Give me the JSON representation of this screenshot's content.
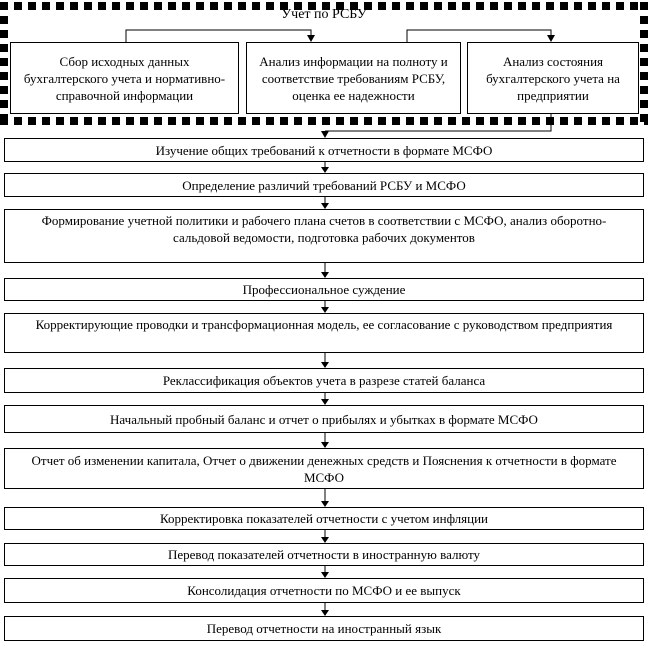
{
  "flow": {
    "group_title": "Учет по РСБУ",
    "group_boxes": [
      "Сбор исходных данных\nбухгалтерского учета и нормативно-\nсправочной информации",
      "Анализ информации на полноту и\nсоответствие требованиям РСБУ,\nоценка ее надежности",
      "Анализ состояния\nбухгалтерского учета на\nпредприятии"
    ],
    "steps": [
      "Изучение общих требований к отчетности в формате МСФО",
      "Определение различий требований РСБУ и МСФО",
      "Формирование учетной политики и рабочего плана счетов в соответствии с МСФО, анализ оборотно-\nсальдовой ведомости, подготовка рабочих документов",
      "Профессиональное суждение",
      "Корректирующие проводки и трансформационная модель, ее согласование с руководством предприятия",
      "Реклассификация объектов учета в разрезе статей баланса",
      "Начальный пробный баланс и отчет о прибылях и убытках в формате МСФО",
      "Отчет об изменении капитала, Отчет о движении денежных средств и Пояснения к отчетности в формате\nМСФО",
      "Корректировка показателей отчетности с учетом инфляции",
      "Перевод показателей отчетности в иностранную валюту",
      "Консолидация отчетности по МСФО и ее выпуск",
      "Перевод отчетности на иностранный язык"
    ],
    "colors": {
      "line": "#000000",
      "box_bg": "#ffffff",
      "text": "#000000"
    }
  }
}
